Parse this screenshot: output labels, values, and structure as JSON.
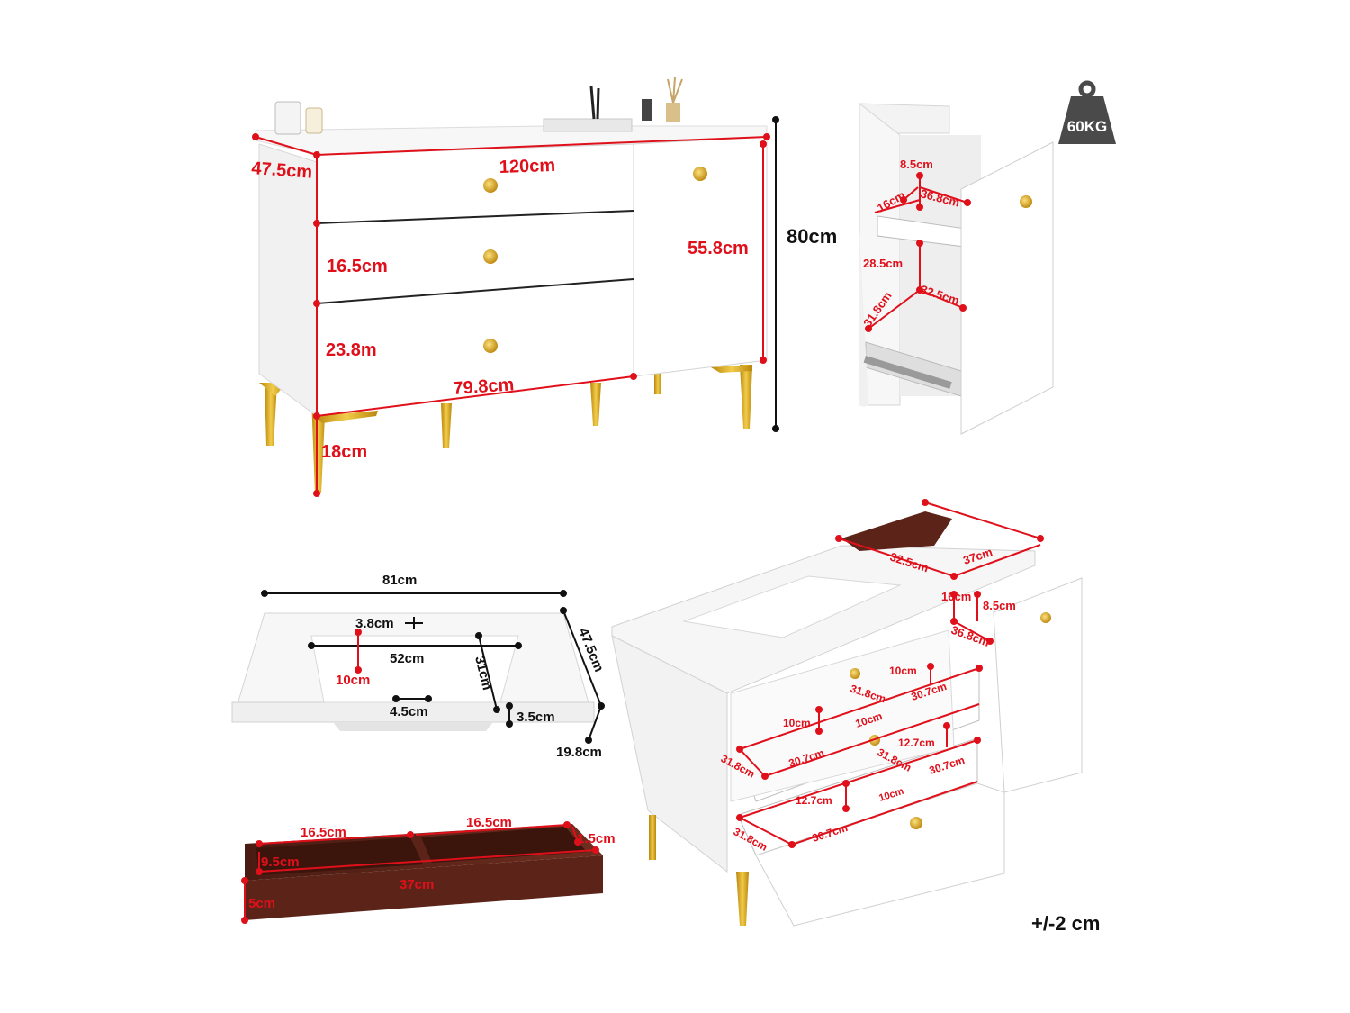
{
  "colors": {
    "dimension": "#e0101b",
    "dimension_black": "#111111",
    "cabinet": "#ffffff",
    "gold": "#d4a21c",
    "wood": "#5a2418",
    "weight_badge": "#4a4a4a"
  },
  "main_view": {
    "depth": "47.5cm",
    "width": "120cm",
    "height_total": "80cm",
    "drawer1_height": "16.5cm",
    "drawer3_height": "23.8m",
    "door_height": "55.8cm",
    "drawer_width": "79.8cm",
    "leg_height": "18cm"
  },
  "side_view": {
    "weight": "60KG",
    "top_shelf_height": "8.5cm",
    "top_shelf_depth": "16cm",
    "top_shelf_width": "36.8cm",
    "lower_height": "28.5cm",
    "lower_width": "32.5cm",
    "lower_depth": "31.8cm"
  },
  "basin": {
    "width": "81cm",
    "depth": "47.5cm",
    "faucet_hole": "3.8cm",
    "bowl_width": "52cm",
    "bowl_depth": "31cm",
    "drain_offset": "10cm",
    "overflow": "4.5cm",
    "edge": "3.5cm",
    "height": "19.8cm"
  },
  "tray": {
    "compartment_left": "16.5cm",
    "compartment_right": "16.5cm",
    "wall": "1.5cm",
    "inner_depth": "9.5cm",
    "length": "37cm",
    "height": "5cm"
  },
  "open_view": {
    "tray_width": "32.5cm",
    "tray_length": "37cm",
    "shelf_depth": "16cm",
    "shelf_height": "8.5cm",
    "shelf_width": "36.8cm",
    "d1_front": "31.8cm",
    "d1_len": "30.7cm",
    "d1_div": "10cm",
    "d1_div2": "10cm",
    "d1_div3": "10cm",
    "d1_inner": "31.8cm",
    "d1_back": "30.7cm",
    "d2_front": "31.8cm",
    "d2_len": "30.7cm",
    "d2_div": "12.7cm",
    "d2_div2": "10cm",
    "d2_inner": "31.8cm",
    "d2_back": "30.7cm",
    "d2_top": "12.7cm",
    "tolerance": "+/-2 cm"
  }
}
